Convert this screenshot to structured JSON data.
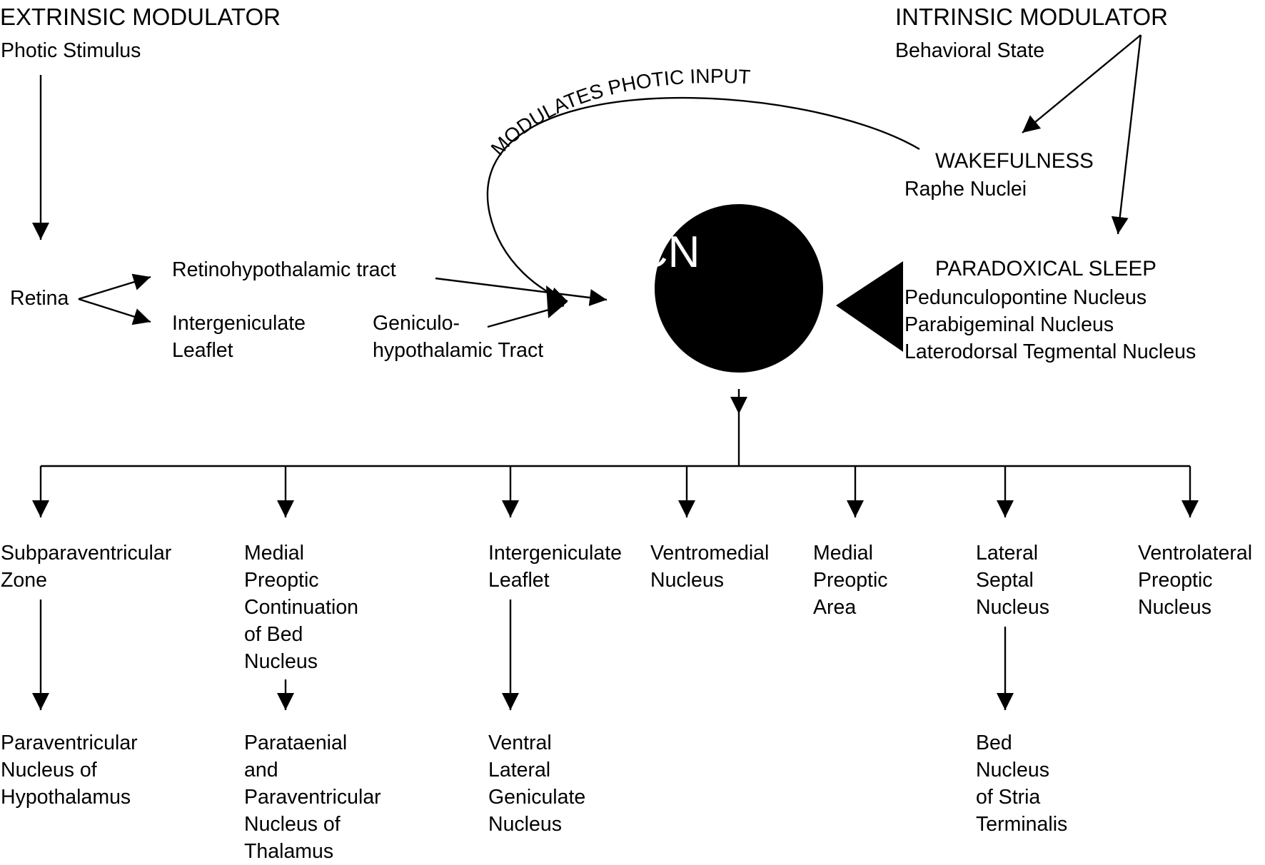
{
  "extrinsic": {
    "title": "EXTRINSIC MODULATOR",
    "subtitle": "Photic Stimulus"
  },
  "intrinsic": {
    "title": "INTRINSIC MODULATOR",
    "subtitle": "Behavioral State"
  },
  "modulates_label": "MODULATES PHOTIC INPUT",
  "wakefulness": {
    "title": "WAKEFULNESS",
    "nucleus": "Raphe Nuclei"
  },
  "paradoxical_sleep": {
    "title": "PARADOXICAL SLEEP",
    "nuclei": [
      "Pedunculopontine Nucleus",
      "Parabigeminal Nucleus",
      "Laterodorsal Tegmental Nucleus"
    ]
  },
  "retina": "Retina",
  "rht": "Retinohypothalamic tract",
  "igl_input": "Intergeniculate\nLeaflet",
  "ght": "Geniculo-\nhypothalamic Tract",
  "scn": "SCN",
  "outputs": [
    {
      "label": "Subparaventricular\nZone",
      "target": "Paraventricular\nNucleus of\nHypothalamus"
    },
    {
      "label": "Medial\nPreoptic\nContinuation\nof Bed\nNucleus",
      "target": "Parataenial\nand\nParaventricular\nNucleus of\nThalamus"
    },
    {
      "label": "Intergeniculate\nLeaflet",
      "target": "Ventral\nLateral\nGeniculate\nNucleus"
    },
    {
      "label": "Ventromedial\nNucleus"
    },
    {
      "label": "Medial\nPreoptic\nArea"
    },
    {
      "label": "Lateral\nSeptal\nNucleus",
      "target": "Bed\nNucleus\nof Stria\nTerminalis"
    },
    {
      "label": "Ventrolateral\nPreoptic\nNucleus"
    }
  ]
}
